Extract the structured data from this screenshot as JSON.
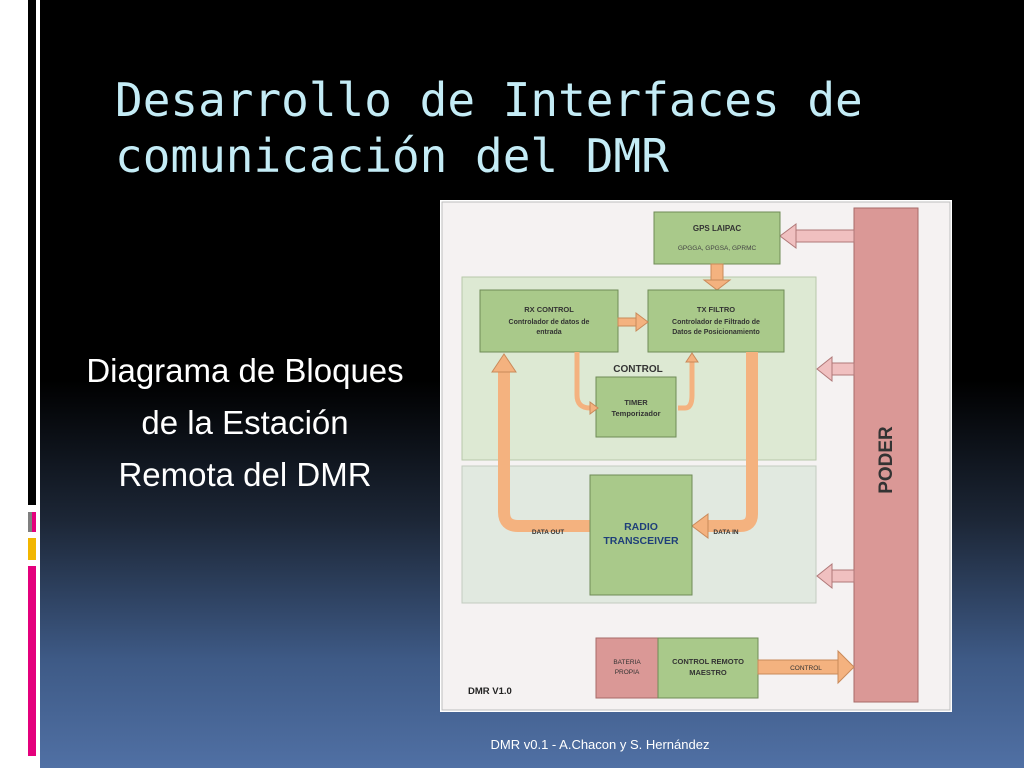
{
  "slide": {
    "title": "Desarrollo de Interfaces de comunicación del DMR",
    "subtitle": "Diagrama de Bloques de la Estación Remota del DMR",
    "footer": "DMR v0.1 - A.Chacon y S. Hernández"
  },
  "diagram": {
    "gps": {
      "title": "GPS LAIPAC",
      "sub": "GPGGA, GPGSA, GPRMC"
    },
    "rx": {
      "title": "RX CONTROL",
      "line1": "Controlador de datos de",
      "line2": "entrada"
    },
    "tx": {
      "title": "TX FILTRO",
      "line1": "Controlador de Filtrado de",
      "line2": "Datos de Posicionamiento"
    },
    "control_label": "CONTROL",
    "timer": {
      "line1": "TIMER",
      "line2": "Temporizador"
    },
    "radio": {
      "line1": "RADIO",
      "line2": "TRANSCEIVER"
    },
    "data_out": "DATA OUT",
    "data_in": "DATA IN",
    "poder": "PODER",
    "bateria": {
      "line1": "BATERIA",
      "line2": "PROPIA"
    },
    "remote": {
      "line1": "CONTROL REMOTO",
      "line2": "MAESTRO"
    },
    "control_arrow": "CONTROL",
    "version": "DMR V1.0"
  },
  "colors": {
    "title": "#c4ecf6",
    "green_block": "#a9c98a",
    "control_area": "#dde9d3",
    "radio_area": "#e1e9e0",
    "poder": "#da9896",
    "arrow_orange": "#f4b27f",
    "arrow_pink": "#f0c0c0",
    "accent_pink": "#e4007c",
    "accent_yellow": "#f2b600"
  }
}
